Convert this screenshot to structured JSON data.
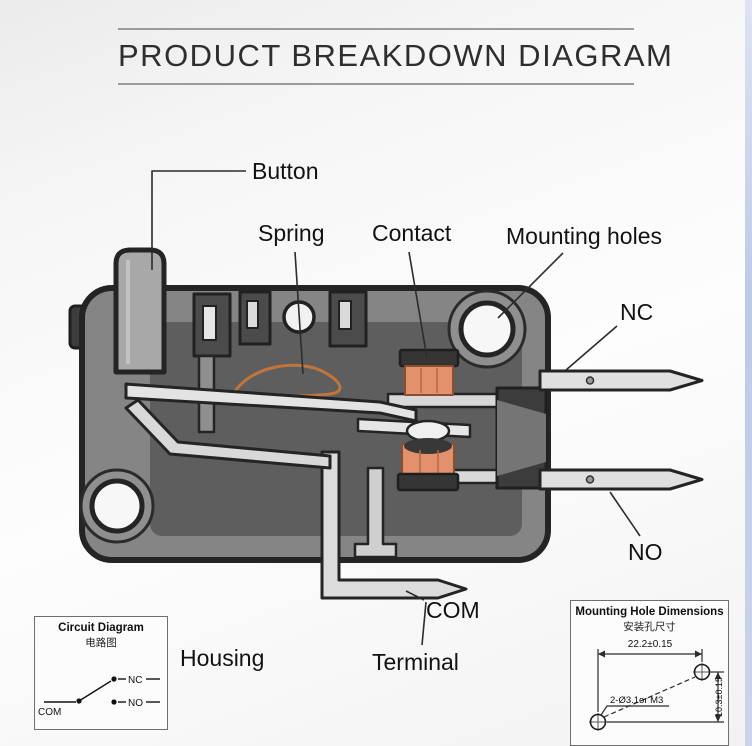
{
  "header": {
    "title": "PRODUCT BREAKDOWN DIAGRAM"
  },
  "part_labels": {
    "button": "Button",
    "spring": "Spring",
    "contact": "Contact",
    "mounting_holes": "Mounting holes",
    "nc": "NC",
    "no": "NO",
    "com": "COM",
    "housing": "Housing",
    "terminal": "Terminal"
  },
  "circuit": {
    "title": "Circuit Diagram",
    "subtitle": "电路图",
    "com": "COM",
    "nc": "NC",
    "no": "NO"
  },
  "mount": {
    "title": "Mounting Hole Dimensions",
    "subtitle": "安装孔尺寸",
    "width_dim": "22.2±0.15",
    "holes_label": "2-Ø3.1or M3",
    "height_dim": "10.3±0.15"
  },
  "colors": {
    "contact_orange": "#e2916a",
    "spring_copper": "#c0763a",
    "body_gray": "#858585",
    "terminal_silver": "#e0e0e0",
    "edge_accent_blue": "#c6d0ea"
  }
}
